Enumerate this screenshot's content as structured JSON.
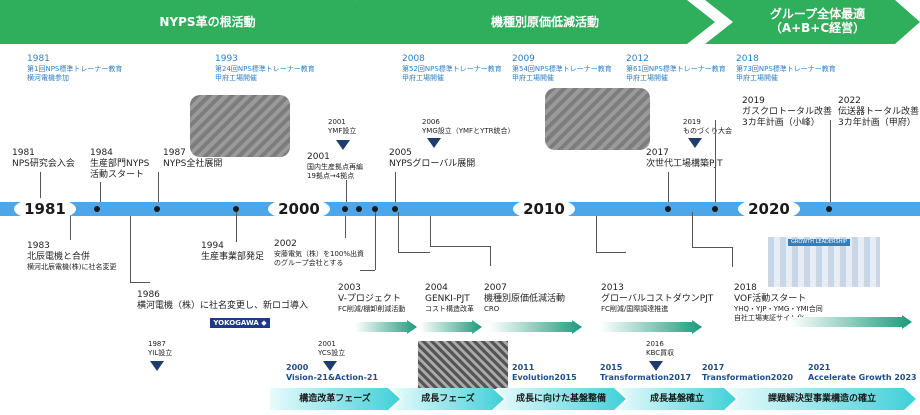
{
  "phases": [
    {
      "label": "NYPS革の根活動"
    },
    {
      "label": "機種別原価低減活動"
    },
    {
      "label_lines": [
        "グループ全体最適",
        "（A+B+C経営）"
      ]
    }
  ],
  "training": [
    {
      "year": "1981",
      "lines": [
        "第1回NPS標準トレーナー教育",
        "横河電機参加"
      ]
    },
    {
      "year": "1993",
      "lines": [
        "第24回NPS標準トレーナー教育",
        "甲府工場開催"
      ]
    },
    {
      "year": "2008",
      "lines": [
        "第52回NPS標準トレーナー教育",
        "甲府工場開催"
      ]
    },
    {
      "year": "2009",
      "lines": [
        "第54回NPS標準トレーナー教育",
        "甲府工場開催"
      ]
    },
    {
      "year": "2012",
      "lines": [
        "第61回NPS標準トレーナー教育",
        "甲府工場開催"
      ]
    },
    {
      "year": "2018",
      "lines": [
        "第73回NPS標準トレーナー教育",
        "甲府工場開催"
      ]
    }
  ],
  "decades": [
    "1981",
    "2000",
    "2010",
    "2020"
  ],
  "events_above": [
    {
      "year": "1981",
      "text": "NPS研究会入会"
    },
    {
      "year": "1984",
      "text": "生産部門NYPS",
      "text2": "活動スタート"
    },
    {
      "year": "1987",
      "text": "NYPS全社展開"
    },
    {
      "year": "2001",
      "text": "国内生産拠点再編",
      "text2": "19拠点→4拠点"
    },
    {
      "year": "2005",
      "text": "NYPSグローバル展開"
    },
    {
      "year": "2017",
      "text": "次世代工場構築PJT"
    },
    {
      "year": "2019",
      "text": "ガスクロトータル改善",
      "text2": "3カ年計画（小峰）"
    },
    {
      "year": "2022",
      "text": "伝送器トータル改善",
      "text2": "3カ年計画（甲府）"
    }
  ],
  "markers_above": [
    {
      "year": "2001",
      "text": "YMF設立"
    },
    {
      "year": "2006",
      "text": "YMG設立（YMFとYTR統合）"
    },
    {
      "year": "2019",
      "text": "ものづくり大会"
    }
  ],
  "events_below": [
    {
      "year": "1983",
      "text": "北辰電機と合併",
      "text2": "横河北辰電機(株)に社名変更"
    },
    {
      "year": "1986",
      "text": "横河電機（株）に社名変更し、新ロゴ導入"
    },
    {
      "year": "1994",
      "text": "生産事業部発足"
    },
    {
      "year": "2002",
      "text": "安藤電気（株）を100%出資",
      "text2": "のグループ会社とする"
    },
    {
      "year": "2003",
      "title": "V-プロジェクト",
      "sub": "FC削減/棚卸削減活動"
    },
    {
      "year": "2004",
      "title": "GENKI-PJT",
      "sub": "コスト構造改革"
    },
    {
      "year": "2007",
      "title": "機種別原価低減活動",
      "sub": "CRO"
    },
    {
      "year": "2013",
      "title": "グローバルコストダウンPJT",
      "sub": "FC削減/国際調達推進"
    },
    {
      "year": "2018",
      "title": "VOF活動スタート",
      "sub": "YHQ・YJP・YMG・YMI合同",
      "sub2": "自社工場実証サイト化"
    }
  ],
  "markers_below": [
    {
      "year": "1987",
      "text": "YIL設立"
    },
    {
      "year": "2001",
      "text": "YCS設立"
    },
    {
      "year": "2016",
      "text": "KBC買収"
    }
  ],
  "logo_text": "YOKOGAWA ◆",
  "plans": [
    {
      "year": "2000",
      "name": "Vision-21&Action-21"
    },
    {
      "year": "2011",
      "name": "Evolution2015"
    },
    {
      "year": "2015",
      "name": "Transformation2017"
    },
    {
      "year": "2017",
      "name": "Transformation2020"
    },
    {
      "year": "2021",
      "name": "Accelerate Growth 2023"
    }
  ],
  "stages": [
    "構造改革フェーズ",
    "成長フェーズ",
    "成長に向けた基盤整備",
    "成長基盤確立",
    "課題解決型事業構造の確立"
  ],
  "photo_banner": "GROWTH LEADERSHIP",
  "colors": {
    "phase_green": "#2fae5b",
    "timeline_blue": "#4da6e8",
    "accent_blue": "#2f7fc1",
    "marker_navy": "#1f3d6b",
    "stage_cyan": "#3fd0d8"
  }
}
